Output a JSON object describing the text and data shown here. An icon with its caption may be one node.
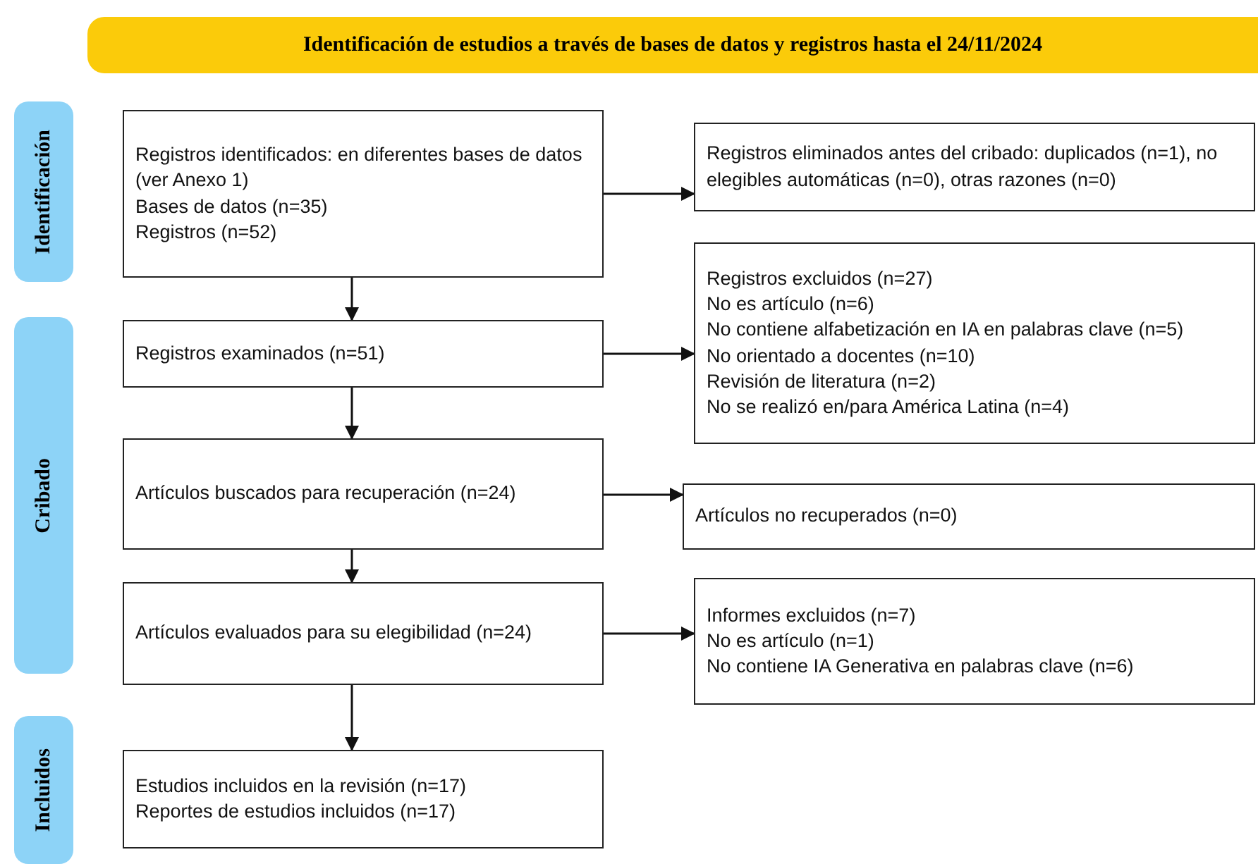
{
  "diagram": {
    "nodes": [
      {
        "text": [
          "Identificación de estudios a través de bases de datos y registros hasta el 24/11/2024"
        ]
      },
      {
        "text": [
          "Identificación"
        ]
      },
      {
        "text": [
          "Registros identificados: en diferentes bases de datos (ver Anexo 1)",
          "Bases de datos (n=35)",
          "Registros (n=52)"
        ]
      },
      {
        "text": [
          "Registros eliminados antes del cribado: duplicados (n=1), no elegibles automáticas (n=0), otras razones (n=0)"
        ]
      },
      {
        "text": [
          "Cribado"
        ]
      },
      {
        "text": [
          "Registros examinados (n=51)"
        ]
      },
      {
        "text": [
          "Registros excluidos (n=27)",
          "No es artículo (n=6)",
          "No contiene alfabetización en IA en palabras clave (n=5)",
          "No orientado a docentes (n=10)",
          "Revisión de literatura (n=2)",
          "No se realizó en/para América Latina (n=4)"
        ]
      },
      {
        "text": [
          "Artículos buscados para recuperación (n=24)"
        ]
      },
      {
        "text": [
          "Artículos no recuperados (n=0)"
        ]
      },
      {
        "text": [
          "Artículos evaluados para su elegibilidad (n=24)"
        ]
      },
      {
        "text": [
          "Informes excluidos (n=7)",
          "No es artículo (n=1)",
          "No contiene IA Generativa en palabras clave (n=6)"
        ]
      },
      {
        "text": [
          "Incluidos"
        ]
      },
      {
        "text": [
          "Estudios incluidos en la revisión (n=17)",
          "Reportes de estudios incluidos (n=17)"
        ]
      }
    ],
    "edges": [
      {
        "from": 2,
        "to": 3,
        "arrow": "to"
      },
      {
        "from": 2,
        "to": 5,
        "arrow": "to"
      },
      {
        "from": 5,
        "to": 6,
        "arrow": "to"
      },
      {
        "from": 5,
        "to": 7,
        "arrow": "to"
      },
      {
        "from": 7,
        "to": 8,
        "arrow": "to"
      },
      {
        "from": 7,
        "to": 9,
        "arrow": "to"
      },
      {
        "from": 9,
        "to": 10,
        "arrow": "to"
      },
      {
        "from": 9,
        "to": 12,
        "arrow": "to"
      }
    ]
  }
}
